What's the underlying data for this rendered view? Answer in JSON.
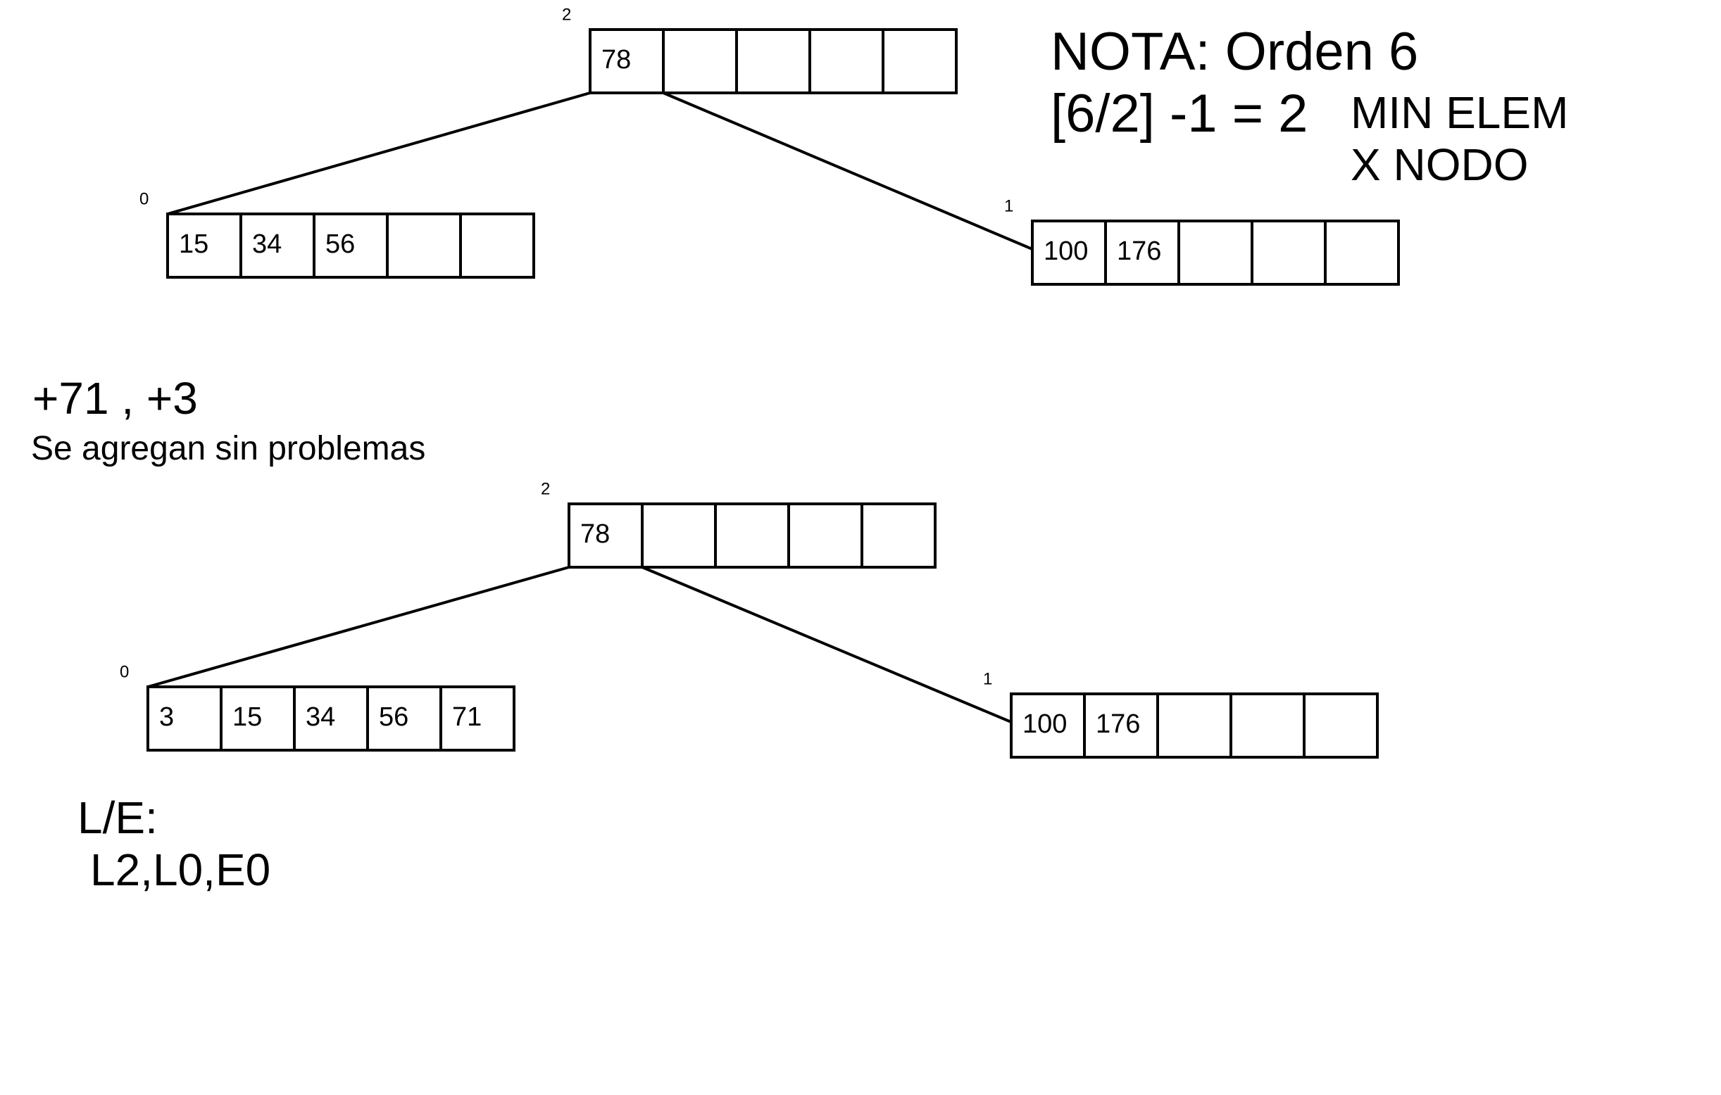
{
  "note": {
    "title": "NOTA: Orden 6",
    "formula": "[6/2] -1 = 2",
    "min_label_1": "MIN ELEM",
    "min_label_2": "X NODO"
  },
  "insert": {
    "ops": "+71 , +3",
    "desc": "Se agregan sin problemas"
  },
  "io": {
    "title": "L/E:",
    "ops": "L2,L0,E0"
  },
  "diagrams": [
    {
      "nodes": [
        {
          "id": "2",
          "keys": [
            "78"
          ]
        },
        {
          "id": "0",
          "keys": [
            "15",
            "34",
            "56"
          ]
        },
        {
          "id": "1",
          "keys": [
            "100",
            "176"
          ]
        }
      ]
    },
    {
      "nodes": [
        {
          "id": "2",
          "keys": [
            "78"
          ]
        },
        {
          "id": "0",
          "keys": [
            "3",
            "15",
            "34",
            "56",
            "71"
          ]
        },
        {
          "id": "1",
          "keys": [
            "100",
            "176"
          ]
        }
      ]
    }
  ],
  "style": {
    "stroke": "#000000",
    "background": "#ffffff"
  }
}
